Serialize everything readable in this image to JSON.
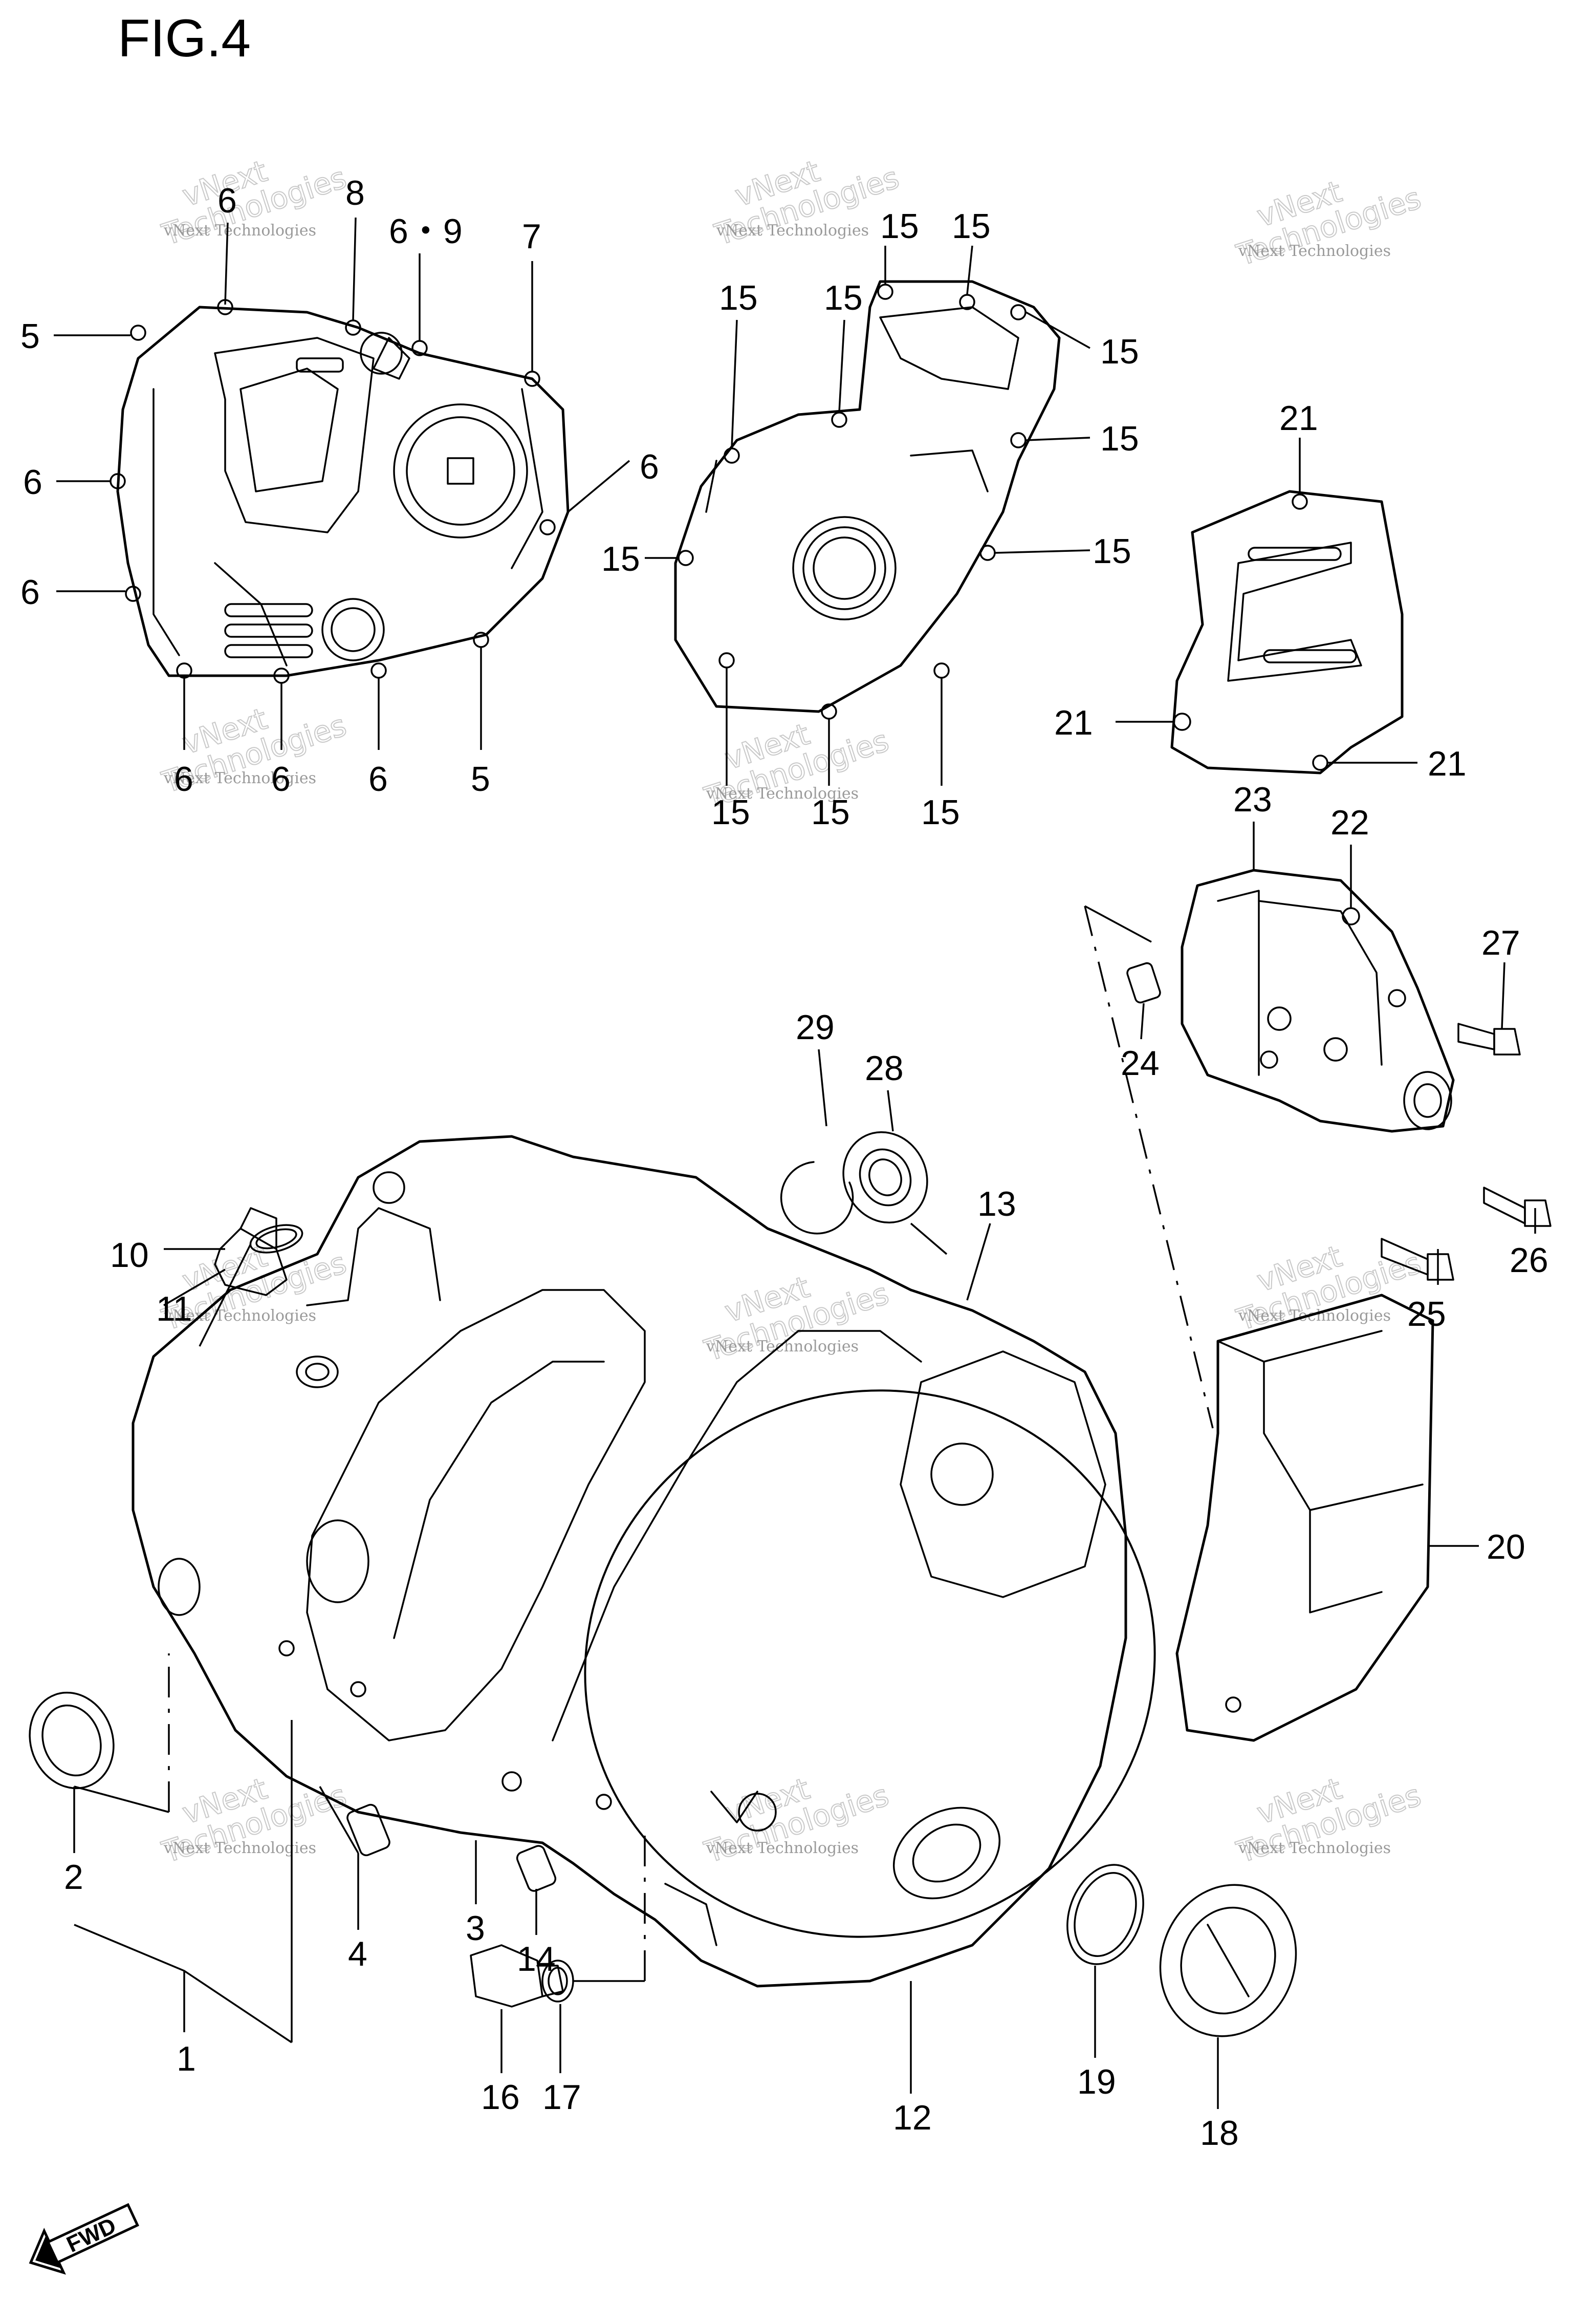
{
  "figure": {
    "title": "FIG.4"
  },
  "watermark": {
    "line1": "vNext Technologies",
    "big_line1": "vNext",
    "big_line2": "Technologies"
  },
  "fwd_marker": {
    "label": "FWD"
  },
  "callouts": [
    {
      "id": "c-6a",
      "label": "6"
    },
    {
      "id": "c-8",
      "label": "8"
    },
    {
      "id": "c-69",
      "label": "6・9"
    },
    {
      "id": "c-7",
      "label": "7"
    },
    {
      "id": "c-5a",
      "label": "5"
    },
    {
      "id": "c-6b",
      "label": "6"
    },
    {
      "id": "c-6c",
      "label": "6"
    },
    {
      "id": "c-6d",
      "label": "6"
    },
    {
      "id": "c-6e",
      "label": "6"
    },
    {
      "id": "c-6f",
      "label": "6"
    },
    {
      "id": "c-6g",
      "label": "6"
    },
    {
      "id": "c-5b",
      "label": "5"
    },
    {
      "id": "c-15a",
      "label": "15"
    },
    {
      "id": "c-15b",
      "label": "15"
    },
    {
      "id": "c-15c",
      "label": "15"
    },
    {
      "id": "c-15d",
      "label": "15"
    },
    {
      "id": "c-15e",
      "label": "15"
    },
    {
      "id": "c-15f",
      "label": "15"
    },
    {
      "id": "c-15g",
      "label": "15"
    },
    {
      "id": "c-15h",
      "label": "15"
    },
    {
      "id": "c-15i",
      "label": "15"
    },
    {
      "id": "c-15j",
      "label": "15"
    },
    {
      "id": "c-15k",
      "label": "15"
    },
    {
      "id": "c-21a",
      "label": "21"
    },
    {
      "id": "c-21b",
      "label": "21"
    },
    {
      "id": "c-21c",
      "label": "21"
    },
    {
      "id": "c-23",
      "label": "23"
    },
    {
      "id": "c-22",
      "label": "22"
    },
    {
      "id": "c-27",
      "label": "27"
    },
    {
      "id": "c-24",
      "label": "24"
    },
    {
      "id": "c-25",
      "label": "25"
    },
    {
      "id": "c-26",
      "label": "26"
    },
    {
      "id": "c-29",
      "label": "29"
    },
    {
      "id": "c-28",
      "label": "28"
    },
    {
      "id": "c-13",
      "label": "13"
    },
    {
      "id": "c-10",
      "label": "10"
    },
    {
      "id": "c-11",
      "label": "11"
    },
    {
      "id": "c-20",
      "label": "20"
    },
    {
      "id": "c-2",
      "label": "2"
    },
    {
      "id": "c-4",
      "label": "4"
    },
    {
      "id": "c-3",
      "label": "3"
    },
    {
      "id": "c-14",
      "label": "14"
    },
    {
      "id": "c-1",
      "label": "1"
    },
    {
      "id": "c-16",
      "label": "16"
    },
    {
      "id": "c-17",
      "label": "17"
    },
    {
      "id": "c-12",
      "label": "12"
    },
    {
      "id": "c-19",
      "label": "19"
    },
    {
      "id": "c-18",
      "label": "18"
    }
  ]
}
